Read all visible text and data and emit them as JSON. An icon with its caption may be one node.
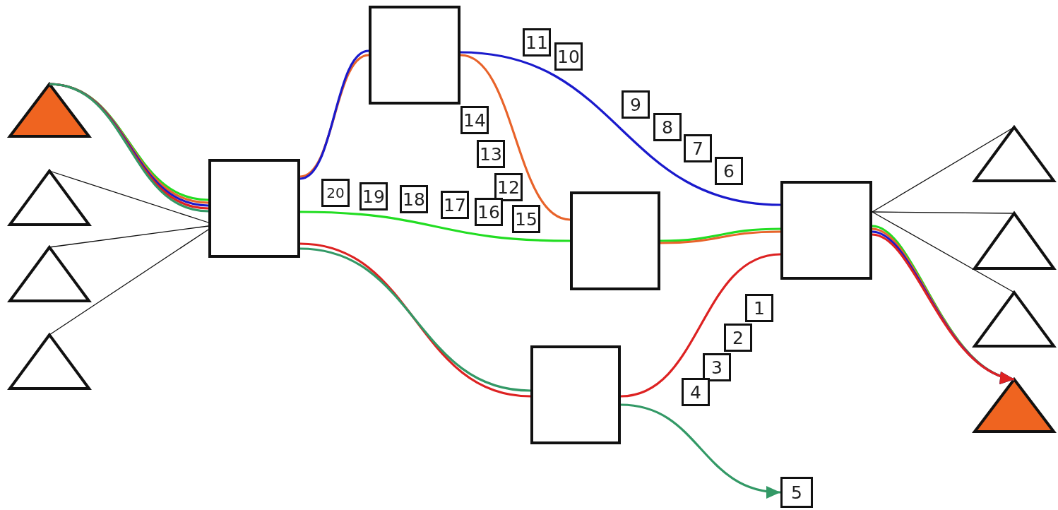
{
  "diagram": {
    "nodes": [
      {
        "text": [],
        "shape": "triangle"
      },
      {
        "text": [],
        "shape": "triangle"
      },
      {
        "text": [],
        "shape": "triangle"
      },
      {
        "text": [],
        "shape": "triangle"
      },
      {
        "text": [],
        "shape": "box"
      },
      {
        "text": [],
        "shape": "box"
      },
      {
        "text": [],
        "shape": "box"
      },
      {
        "text": [],
        "shape": "box"
      },
      {
        "text": [],
        "shape": "box"
      },
      {
        "text": [],
        "shape": "triangle"
      },
      {
        "text": [],
        "shape": "triangle"
      },
      {
        "text": [],
        "shape": "triangle"
      },
      {
        "text": [],
        "shape": "triangle"
      },
      {
        "text": [
          "5"
        ]
      },
      {
        "text": [
          "11"
        ]
      },
      {
        "text": [
          "10"
        ]
      },
      {
        "text": [
          "14"
        ]
      },
      {
        "text": [
          "9"
        ]
      },
      {
        "text": [
          "13"
        ]
      },
      {
        "text": [
          "8"
        ]
      },
      {
        "text": [
          "12"
        ]
      },
      {
        "text": [
          "7"
        ]
      },
      {
        "text": [
          "6"
        ]
      },
      {
        "text": [
          "20"
        ]
      },
      {
        "text": [
          "19"
        ]
      },
      {
        "text": [
          "18"
        ]
      },
      {
        "text": [
          "17"
        ]
      },
      {
        "text": [
          "16"
        ]
      },
      {
        "text": [
          "15"
        ]
      },
      {
        "text": [
          "1"
        ]
      },
      {
        "text": [
          "2"
        ]
      },
      {
        "text": [
          "3"
        ]
      },
      {
        "text": [
          "4"
        ]
      }
    ],
    "edges": [
      {
        "from": 1,
        "to": 4,
        "arrow": "none"
      },
      {
        "from": 2,
        "to": 4,
        "arrow": "none"
      },
      {
        "from": 3,
        "to": 4,
        "arrow": "none"
      },
      {
        "from": 0,
        "to": 4,
        "arrow": "none",
        "color": "#22dd22"
      },
      {
        "from": 4,
        "to": 6,
        "arrow": "none",
        "color": "#22dd22"
      },
      {
        "from": 6,
        "to": 8,
        "arrow": "none",
        "color": "#22dd22"
      },
      {
        "from": 8,
        "to": 12,
        "arrow": "to",
        "color": "#22dd22"
      },
      {
        "from": 0,
        "to": 4,
        "arrow": "none",
        "color": "#e8632a"
      },
      {
        "from": 4,
        "to": 5,
        "arrow": "none",
        "color": "#e8632a"
      },
      {
        "from": 5,
        "to": 6,
        "arrow": "none",
        "color": "#e8632a"
      },
      {
        "from": 6,
        "to": 8,
        "arrow": "none",
        "color": "#e8632a"
      },
      {
        "from": 8,
        "to": 12,
        "arrow": "to",
        "color": "#e8632a"
      },
      {
        "from": 0,
        "to": 4,
        "arrow": "none",
        "color": "#1a1acc"
      },
      {
        "from": 4,
        "to": 5,
        "arrow": "none",
        "color": "#1a1acc"
      },
      {
        "from": 5,
        "to": 8,
        "arrow": "none",
        "color": "#1a1acc"
      },
      {
        "from": 8,
        "to": 12,
        "arrow": "to",
        "color": "#1a1acc"
      },
      {
        "from": 0,
        "to": 4,
        "arrow": "none",
        "color": "#dd2222"
      },
      {
        "from": 4,
        "to": 7,
        "arrow": "none",
        "color": "#dd2222"
      },
      {
        "from": 7,
        "to": 8,
        "arrow": "none",
        "color": "#dd2222"
      },
      {
        "from": 8,
        "to": 12,
        "arrow": "to",
        "color": "#dd2222"
      },
      {
        "from": 0,
        "to": 4,
        "arrow": "none",
        "color": "#339966"
      },
      {
        "from": 4,
        "to": 7,
        "arrow": "none",
        "color": "#339966"
      },
      {
        "from": 7,
        "to": 13,
        "arrow": "to",
        "color": "#339966"
      },
      {
        "from": 8,
        "to": 9,
        "arrow": "none"
      },
      {
        "from": 8,
        "to": 10,
        "arrow": "none"
      },
      {
        "from": 8,
        "to": 11,
        "arrow": "none"
      }
    ]
  }
}
